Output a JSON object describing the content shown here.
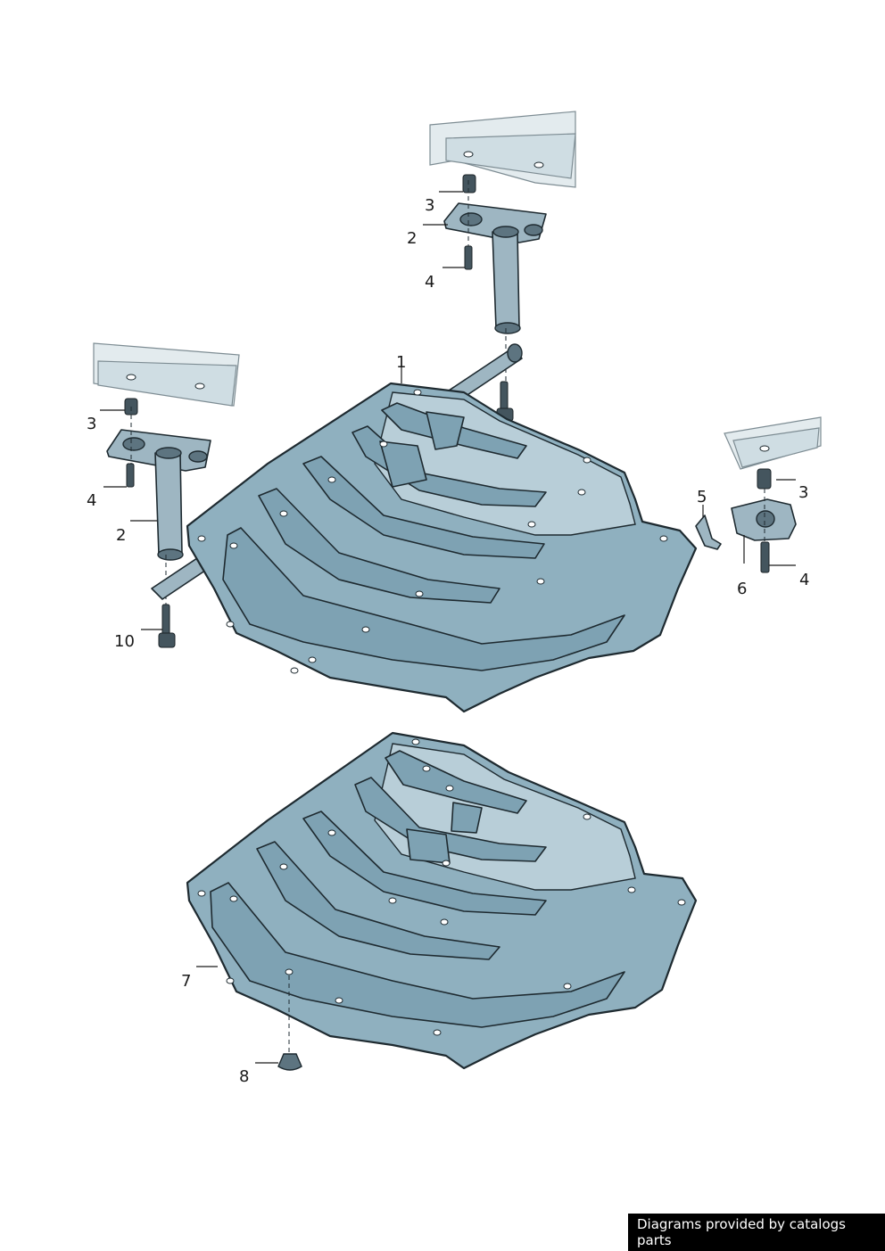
{
  "callouts": {
    "c1": "1",
    "c2_top": "2",
    "c3_top": "3",
    "c4_top": "4",
    "c3_left": "3",
    "c4_left": "4",
    "c2_left": "2",
    "c10": "10",
    "c5": "5",
    "c3_right": "3",
    "c6": "6",
    "c4_right": "4",
    "c7": "7",
    "c8": "8"
  },
  "footer": {
    "credit": "Diagrams provided by catalogs parts"
  },
  "colors": {
    "shield_fill": "#8fb0bf",
    "outline": "#1e2a30",
    "badge_bg": "#000000",
    "badge_text": "#ffffff"
  }
}
